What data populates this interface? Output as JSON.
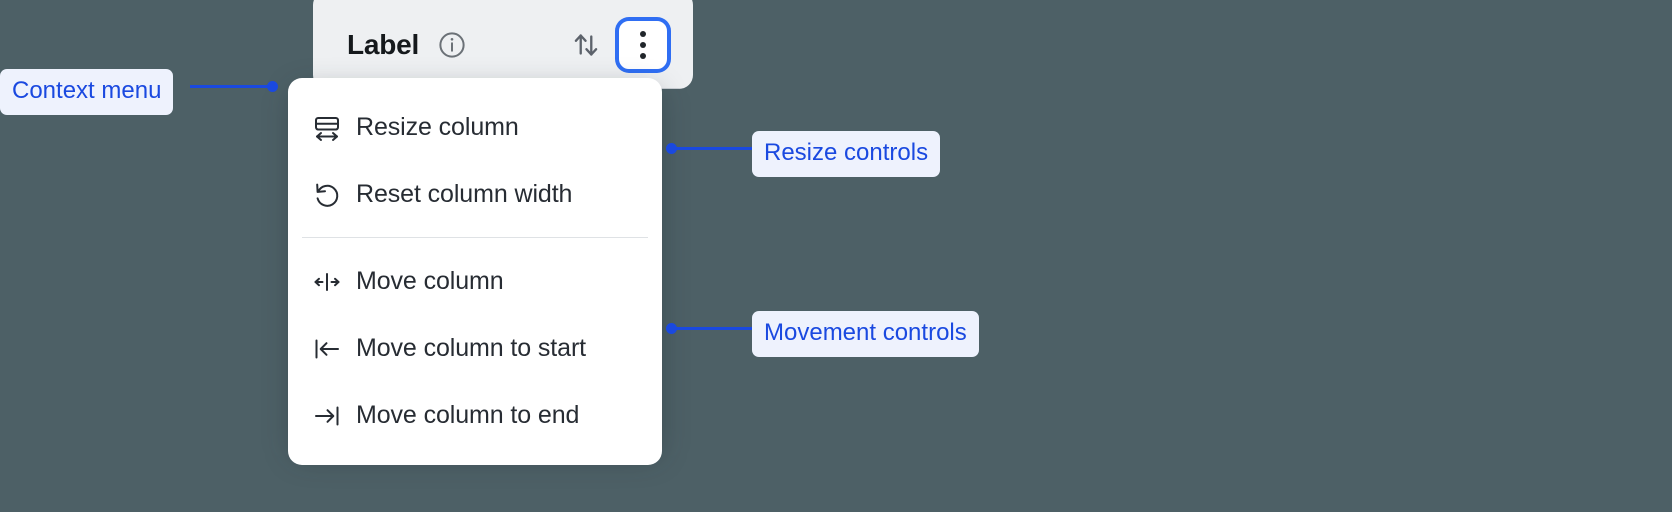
{
  "page": {
    "background_color": "#4d6066",
    "accent_color": "#1a49e0"
  },
  "column_header": {
    "title": "Label",
    "info_icon": "info-circle-icon",
    "sort_icon": "sort-up-down-icon",
    "menu_button_icon": "kebab-vertical-icon",
    "menu_button_focused": "true",
    "focus_ring_color": "#2f6ef3",
    "background_color": "#eef0f2"
  },
  "context_menu": {
    "groups": [
      {
        "name": "resize",
        "items": [
          {
            "icon": "resize-column-icon",
            "label": "Resize column"
          },
          {
            "icon": "reset-width-icon",
            "label": "Reset column width"
          }
        ]
      },
      {
        "name": "movement",
        "items": [
          {
            "icon": "move-column-icon",
            "label": "Move column"
          },
          {
            "icon": "move-to-start-icon",
            "label": "Move column to start"
          },
          {
            "icon": "move-to-end-icon",
            "label": "Move column to end"
          }
        ]
      }
    ]
  },
  "annotations": [
    {
      "id": "context-menu",
      "label": "Context menu"
    },
    {
      "id": "resize-controls",
      "label": "Resize controls"
    },
    {
      "id": "movement-controls",
      "label": "Movement controls"
    }
  ]
}
